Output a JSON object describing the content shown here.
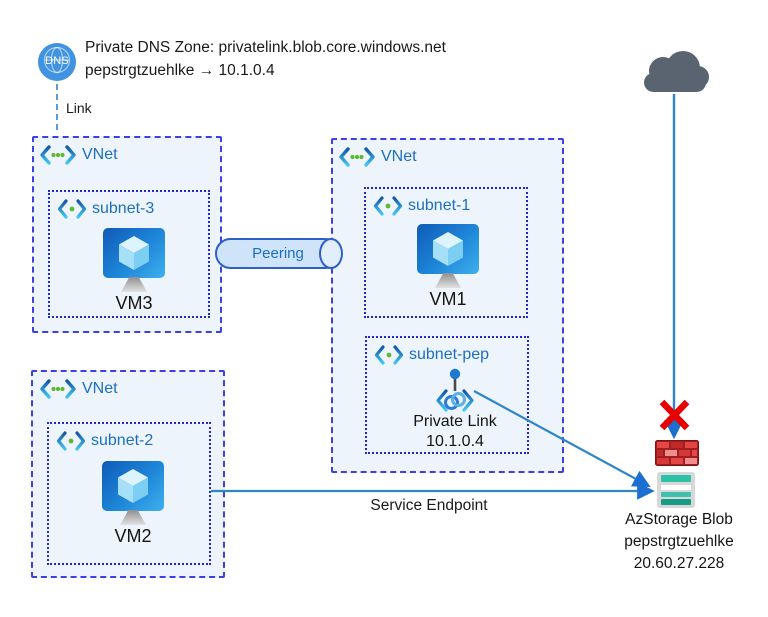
{
  "header": {
    "dns_icon_label": "DNS",
    "line1": "Private DNS Zone: privatelink.blob.core.windows.net",
    "line2": "pepstrgtzuehlke → 10.1.0.4",
    "link_label": "Link"
  },
  "vnet1": {
    "label": "VNet",
    "subnet": {
      "label": "subnet-3",
      "vm_label": "VM3"
    }
  },
  "vnet2": {
    "label": "VNet",
    "subnet": {
      "label": "subnet-2",
      "vm_label": "VM2"
    }
  },
  "vnet3": {
    "label": "VNet",
    "subnet1": {
      "label": "subnet-1",
      "vm_label": "VM1"
    },
    "subnet_pep": {
      "label": "subnet-pep",
      "endpoint_label": "Private Link",
      "endpoint_ip": "10.1.0.4"
    }
  },
  "connectors": {
    "peering_label": "Peering",
    "service_endpoint_label": "Service Endpoint"
  },
  "storage": {
    "name": "AzStorage Blob",
    "account": "pepstrgtzuehlke",
    "ip": "20.60.27.228"
  },
  "colors": {
    "vnet_border": "#3f3fe8",
    "subnet_border": "#2424d8",
    "vnet_fill": "#eef4fb",
    "label_blue": "#1b6fc0",
    "connector_blue": "#2e86c8",
    "arrow_blue": "#1a6fd0",
    "blocked_red": "#e80000",
    "cloud_gray": "#5a6370",
    "dns_blue": "#3f93e0",
    "storage_teal": "#2cc2a8",
    "firewall_red": "#c22a2a"
  }
}
